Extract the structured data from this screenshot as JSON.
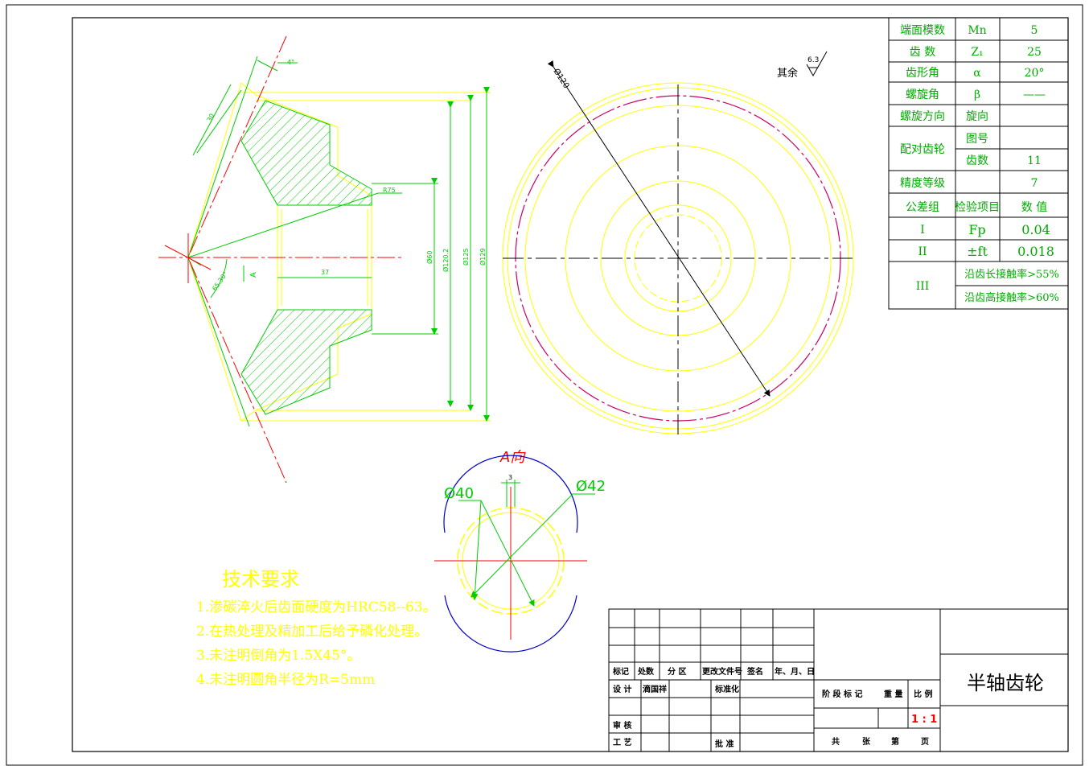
{
  "colors": {
    "outline": "#ffff00",
    "hatch": "#00cc00",
    "dimension": "#00cc00",
    "centerline": "#ff0000",
    "pitch": "#cc0066",
    "frame": "#000000",
    "table_text": "#00aa00",
    "note_title": "#ffff00",
    "note_text": "#ffff00",
    "view_label": "#ff0000",
    "spline_arc": "#0000cc"
  },
  "section_view": {
    "dim_angle_top": "4°",
    "dim_face_width": "30",
    "dim_radius": "R75",
    "dim_bore_length": "37",
    "dim_d1": "Ø60",
    "dim_d2": "Ø120.2",
    "dim_d3": "Ø125",
    "dim_d4": "Ø129",
    "dim_cone_angle": "65.30°",
    "arrow_label": "A"
  },
  "front_view": {
    "dia_label": "Ø120",
    "roughness_prefix": "其余",
    "roughness_value": "6.3"
  },
  "view_a": {
    "title": "A向",
    "dim_small": "Ø40",
    "dim_large": "Ø42",
    "dim_key": "3"
  },
  "tech_notes": {
    "title": "技术要求",
    "items": [
      "1.渗碳淬火后齿面硬度为HRC58--63。",
      "2.在热处理及精加工后给予磷化处理。",
      "3.未注明倒角为1.5X45°。",
      "4.未注明圆角半径为R=5mm"
    ]
  },
  "param_table": {
    "rows": [
      {
        "label": "端面模数",
        "symbol": "Mn",
        "value": "5"
      },
      {
        "label": "齿 数",
        "symbol": "Z₁",
        "value": "25"
      },
      {
        "label": "齿形角",
        "symbol": "α",
        "value": "20°"
      },
      {
        "label": "螺旋角",
        "symbol": "β",
        "value": "——"
      },
      {
        "label": "螺旋方向",
        "symbol": "旋向",
        "value": ""
      },
      {
        "label": "配对齿轮",
        "symbol": "图号",
        "value": ""
      },
      {
        "label": "",
        "symbol": "齿数",
        "value": "11"
      },
      {
        "label": "精度等级",
        "symbol": "",
        "value": "7"
      },
      {
        "label": "公差组",
        "symbol": "检验项目",
        "value": "数 值"
      },
      {
        "label": "I",
        "symbol": "Fp",
        "value": "0.04"
      },
      {
        "label": "II",
        "symbol": "±ft",
        "value": "0.018"
      },
      {
        "label": "III",
        "symbol": "沿齿长接触率>55%",
        "value": ""
      },
      {
        "label": "",
        "symbol": "沿齿高接触率>60%",
        "value": ""
      }
    ]
  },
  "title_block": {
    "part_name": "半轴齿轮",
    "h_mark": "标记",
    "h_count": "处数",
    "h_zone": "分 区",
    "h_docno": "更改文件号",
    "h_sign": "签名",
    "h_date": "年、月、日",
    "design": "设 计",
    "designer": "滴国祥",
    "standard": "标准化",
    "review": "审 核",
    "process": "工 艺",
    "approve": "批 准",
    "stage": "阶 段 标 记",
    "weight": "重 量",
    "scale_label": "比 例",
    "scale_value": "1 : 1",
    "total": "共",
    "sheets": "张",
    "number": "第",
    "page": "页"
  }
}
